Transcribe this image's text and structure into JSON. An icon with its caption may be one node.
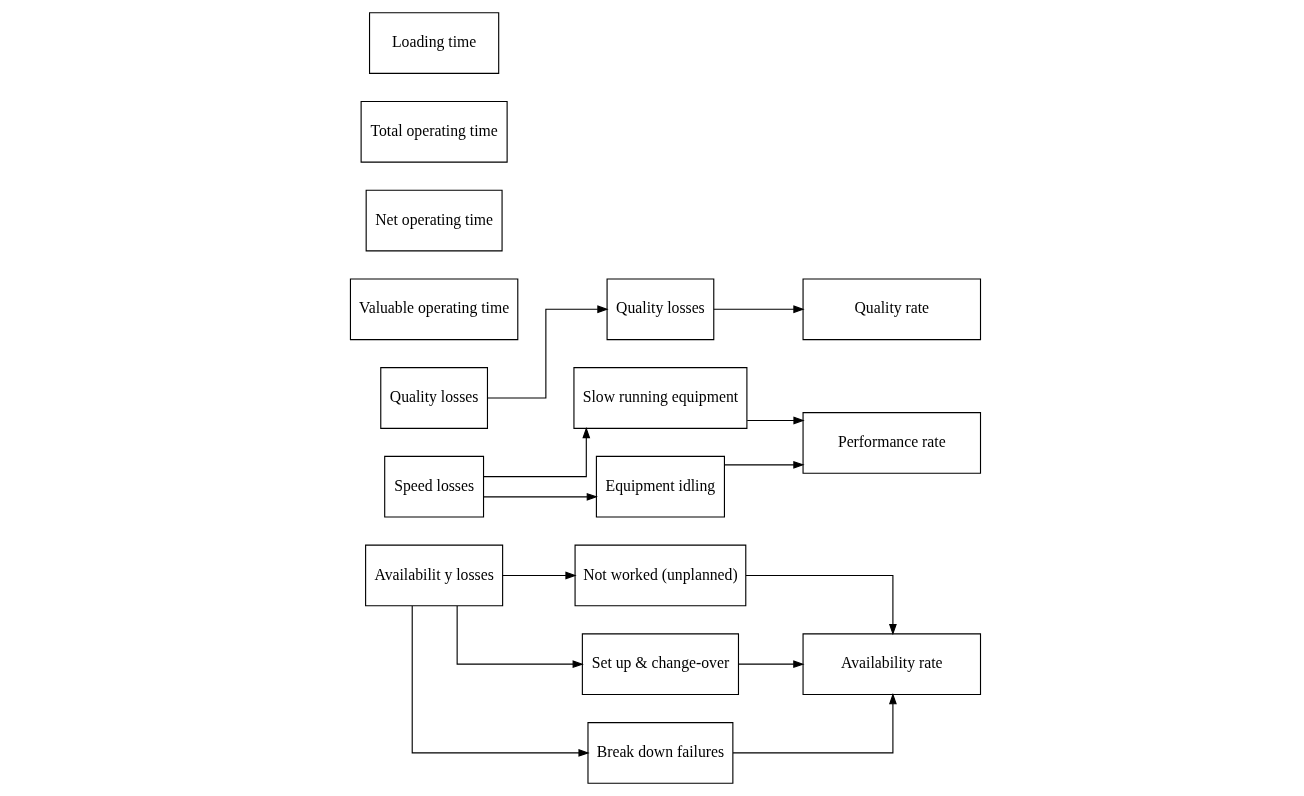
{
  "diagram": {
    "nodes": [
      {
        "text": [
          "Loading time"
        ]
      },
      {
        "text": [
          "Total operating time"
        ]
      },
      {
        "text": [
          "Availabilit y losses"
        ]
      },
      {
        "text": [
          "Not worked (unplanned)"
        ]
      },
      {
        "text": [
          "Set up & change-over"
        ]
      },
      {
        "text": [
          "Break down failures"
        ]
      },
      {
        "text": [
          "Availability rate"
        ]
      },
      {
        "text": [
          "Net operating time"
        ]
      },
      {
        "text": [
          "Speed losses"
        ]
      },
      {
        "text": [
          "Equipment idling"
        ]
      },
      {
        "text": [
          "Slow running equipment"
        ]
      },
      {
        "text": [
          "Performance rate"
        ]
      },
      {
        "text": [
          "Valuable operating time"
        ]
      },
      {
        "text": [
          "Quality losses"
        ]
      },
      {
        "text": [
          "Quality losses"
        ]
      },
      {
        "text": [
          "Quality rate"
        ]
      }
    ],
    "edges": [
      {
        "from": 2,
        "to": 3,
        "arrow": "to"
      },
      {
        "from": 2,
        "to": 4,
        "arrow": "to"
      },
      {
        "from": 2,
        "to": 5,
        "arrow": "to"
      },
      {
        "from": 3,
        "to": 6,
        "arrow": "to"
      },
      {
        "from": 4,
        "to": 6,
        "arrow": "to"
      },
      {
        "from": 5,
        "to": 6,
        "arrow": "to"
      },
      {
        "from": 8,
        "to": 9,
        "arrow": "to"
      },
      {
        "from": 8,
        "to": 10,
        "arrow": "to"
      },
      {
        "from": 9,
        "to": 11,
        "arrow": "to"
      },
      {
        "from": 10,
        "to": 11,
        "arrow": "to"
      },
      {
        "from": 13,
        "to": 14,
        "arrow": "to"
      },
      {
        "from": 14,
        "to": 15,
        "arrow": "to"
      }
    ]
  }
}
